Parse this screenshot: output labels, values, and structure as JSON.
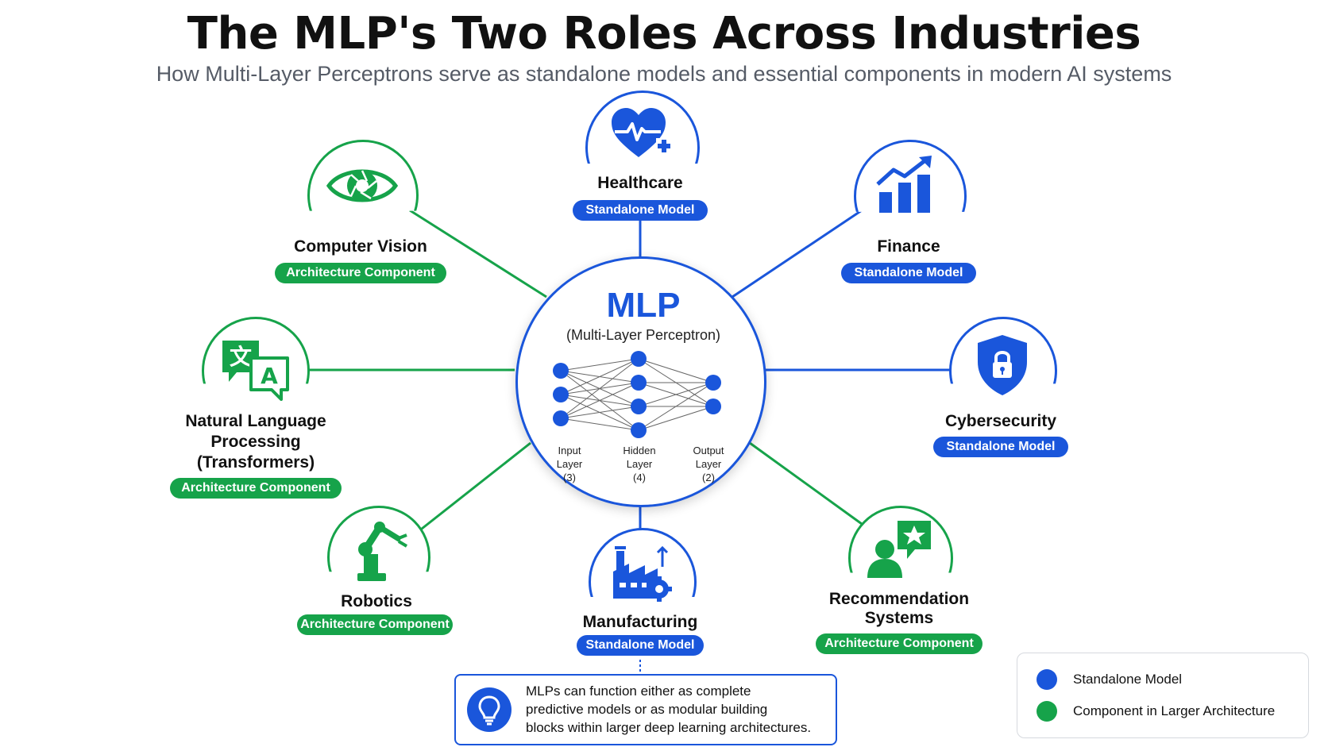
{
  "header": {
    "title": "The MLP's Two Roles Across Industries",
    "subtitle": "How Multi-Layer Perceptrons serve as standalone models and essential components in modern AI systems"
  },
  "colors": {
    "standalone": "#1a56db",
    "component": "#16a34a"
  },
  "center": {
    "title": "MLP",
    "subtitle": "(Multi-Layer Perceptron)",
    "layers": [
      {
        "name": "Input",
        "word": "Layer",
        "count": "(3)"
      },
      {
        "name": "Hidden",
        "word": "Layer",
        "count": "(4)"
      },
      {
        "name": "Output",
        "word": "Layer",
        "count": "(2)"
      }
    ]
  },
  "nodes": {
    "healthcare": {
      "label": "Healthcare",
      "badge": "Standalone Model",
      "icon": "heart-pulse-icon"
    },
    "finance": {
      "label": "Finance",
      "badge": "Standalone Model",
      "icon": "growth-chart-icon"
    },
    "cybersecurity": {
      "label": "Cybersecurity",
      "badge": "Standalone Model",
      "icon": "shield-lock-icon"
    },
    "manufacturing": {
      "label": "Manufacturing",
      "badge": "Standalone Model",
      "icon": "factory-gear-icon"
    },
    "computer_vision": {
      "label": "Computer Vision",
      "badge": "Architecture Component",
      "icon": "eye-aperture-icon"
    },
    "nlp": {
      "label_line1": "Natural Language",
      "label_line2": "Processing",
      "label_line3": "(Transformers)",
      "badge": "Architecture Component",
      "icon": "translate-icon"
    },
    "robotics": {
      "label": "Robotics",
      "badge": "Architecture Component",
      "icon": "robot-arm-icon"
    },
    "recommendation": {
      "label_line1": "Recommendation",
      "label_line2": "Systems",
      "badge": "Architecture Component",
      "icon": "user-star-icon"
    }
  },
  "callout": {
    "line1": "MLPs can function either as complete",
    "line2": "predictive models or as modular building",
    "line3": "blocks within larger deep learning architectures."
  },
  "legend": {
    "standalone": "Standalone Model",
    "component": "Component in Larger Architecture"
  }
}
